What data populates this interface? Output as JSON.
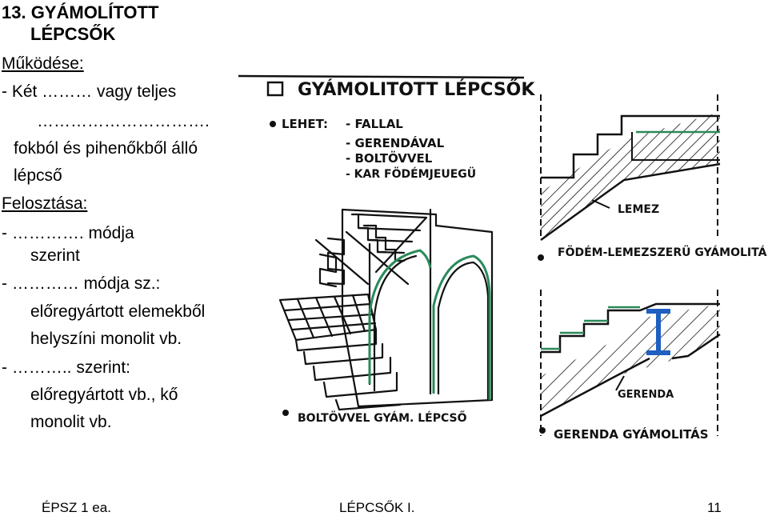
{
  "title": {
    "line1": "13. GYÁMOLÍTOTT",
    "line2": "LÉPCSŐK"
  },
  "lines": {
    "l1": "Működése:",
    "l2": "- Két ……… vagy teljes",
    "l3": "………………………….",
    "l4": "fokból és pihenőkből álló",
    "l5": "lépcső",
    "l6": "Felosztása:",
    "l7": "- …………. módja",
    "l8": "szerint",
    "l9": "- ………… módja sz.:",
    "l10": "előregyártott elemekből",
    "l11": "helyszíni monolit vb.",
    "l12": "- ……….. szerint:",
    "l13": "előregyártott vb., kő",
    "l14": "monolit vb."
  },
  "sketch": {
    "heading": "GYÁMOLITOTT LÉPCSŐK",
    "options_intro": "LEHET:",
    "options": [
      "- FALLAL",
      "- GERENDÁVAL",
      "- BOLTÖVVEL",
      "- KAR FÖDÉMJEUEGÜ"
    ],
    "lemez_label": "LEMEZ",
    "slab_caption": "FÖDÉM-LEMEZSZERÜ GYÁMOLITÁ",
    "vault_caption": "BOLTÖVVEL GYÁM. LÉPCSŐ",
    "gerenda_label": "GERENDA",
    "beam_caption": "GERENDA GYÁMOLITÁS"
  },
  "colors": {
    "green": "#2a8a5a",
    "blue": "#1f5fbf",
    "ink": "#111111"
  },
  "footer": {
    "left": "ÉPSZ 1 ea.",
    "center": "LÉPCSŐK I.",
    "page": "11"
  }
}
